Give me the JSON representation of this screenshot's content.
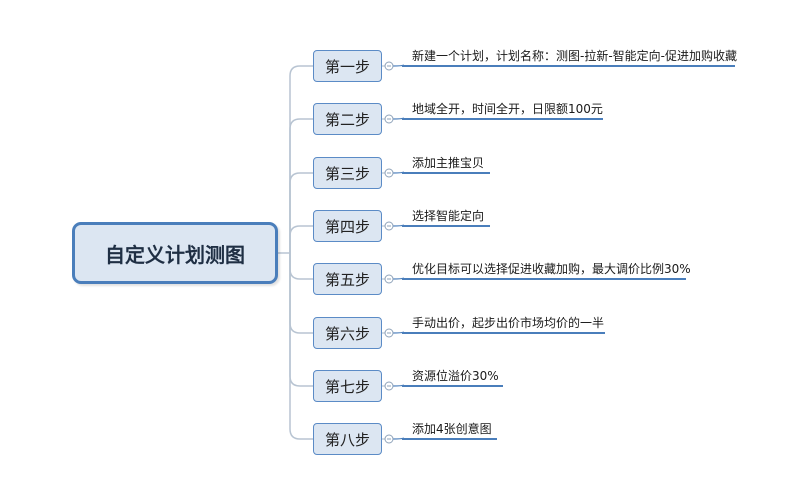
{
  "root": {
    "title": "自定义计划测图"
  },
  "steps": [
    {
      "label": "第一步",
      "desc": "新建一个计划，计划名称：测图-拉新-智能定向-促进加购收藏"
    },
    {
      "label": "第二步",
      "desc": "地域全开，时间全开，日限额100元"
    },
    {
      "label": "第三步",
      "desc": "添加主推宝贝"
    },
    {
      "label": "第四步",
      "desc": "选择智能定向"
    },
    {
      "label": "第五步",
      "desc": "优化目标可以选择促进收藏加购，最大调价比例30%"
    },
    {
      "label": "第六步",
      "desc": "手动出价，起步出价市场均价的一半"
    },
    {
      "label": "第七步",
      "desc": "资源位溢价30%"
    },
    {
      "label": "第八步",
      "desc": "添加4张创意图"
    }
  ],
  "colors": {
    "node_fill": "#dce6f2",
    "node_border": "#4a7ebb",
    "connector": "#b8c4d2",
    "underline": "#4a7ebb"
  }
}
